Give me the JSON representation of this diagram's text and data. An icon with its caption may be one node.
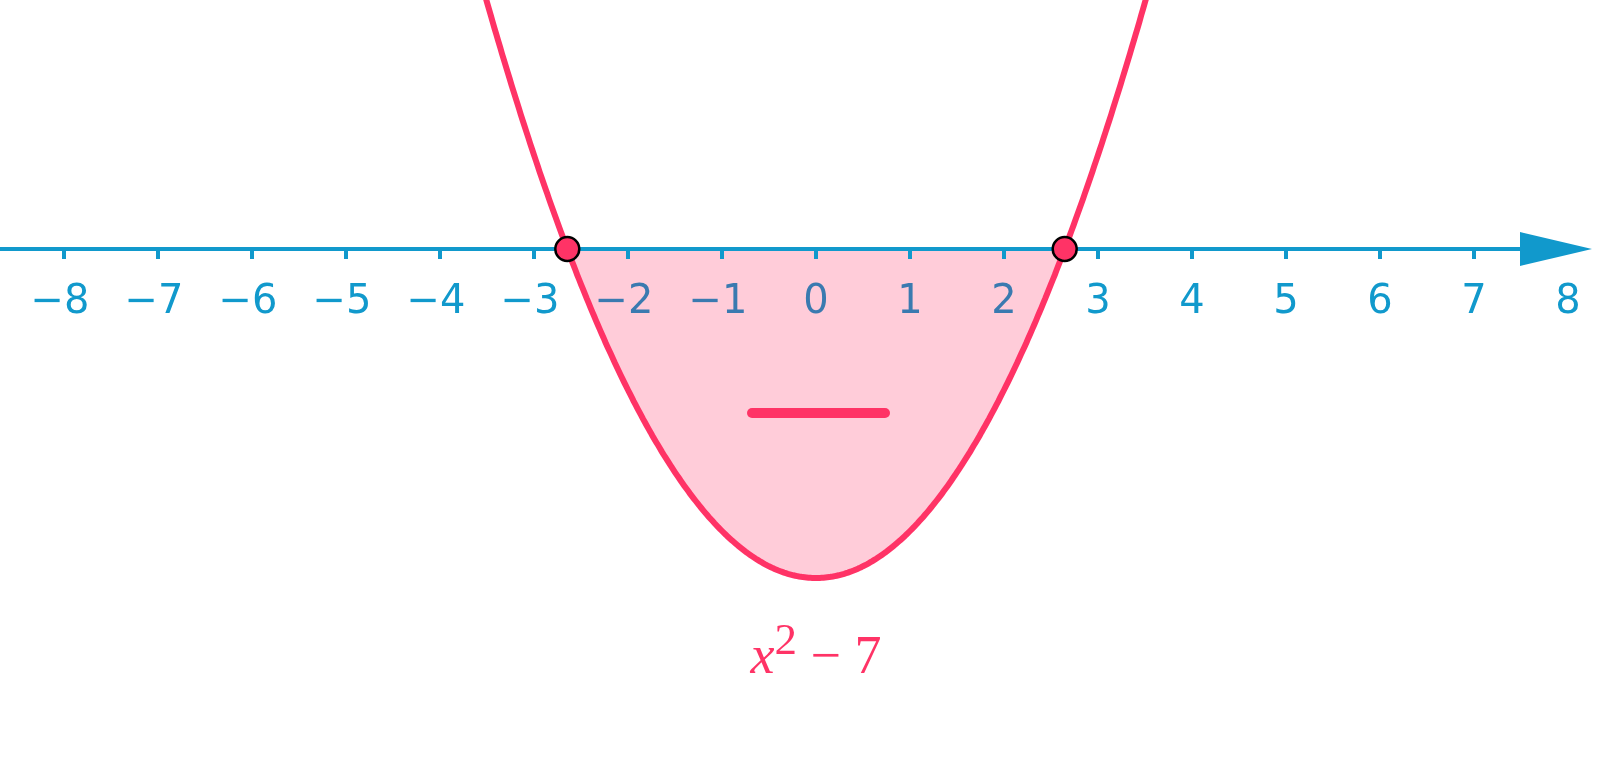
{
  "diagram": {
    "labels": [
      "−8",
      "−7",
      "−6",
      "−5",
      "−4",
      "−3",
      "−2",
      "−1",
      "0",
      "1",
      "2",
      "3",
      "4",
      "5",
      "6",
      "7",
      "8",
      "*x*$^{2}$ − 7"
    ]
  }
}
